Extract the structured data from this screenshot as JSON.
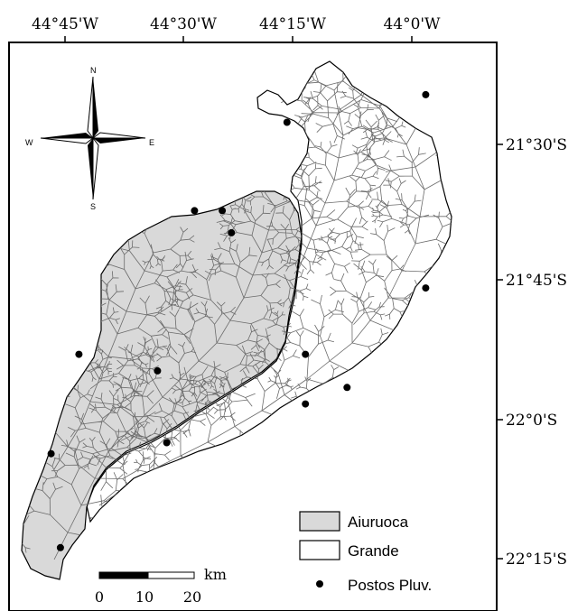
{
  "map": {
    "lon_labels": [
      "44°45'W",
      "44°30'W",
      "44°15'W",
      "44°0'W"
    ],
    "lat_labels": [
      "21°30'S",
      "21°45'S",
      "22°0'S",
      "22°15'S"
    ],
    "compass": {
      "n": "N",
      "s": "S",
      "e": "E",
      "w": "W"
    },
    "legend": [
      {
        "label": "Aiuruoca",
        "fill": "#d9d9d9",
        "kind": "area"
      },
      {
        "label": "Grande",
        "fill": "#ffffff",
        "kind": "area"
      },
      {
        "label": "Postos Pluv.",
        "fill": "#000000",
        "kind": "point"
      }
    ],
    "scale": {
      "unit": "km",
      "ticks": [
        "0",
        "10",
        "20"
      ]
    },
    "colors": {
      "aiuruoca": "#d9d9d9",
      "grande": "#ffffff",
      "rivers": "#6b6b6b",
      "stations": "#000000"
    },
    "stations": [
      {
        "lon": -43.97,
        "lat": -21.41
      },
      {
        "lon": -44.27,
        "lat": -21.46
      },
      {
        "lon": -44.47,
        "lat": -21.62
      },
      {
        "lon": -44.41,
        "lat": -21.62
      },
      {
        "lon": -44.39,
        "lat": -21.66
      },
      {
        "lon": -43.97,
        "lat": -21.76
      },
      {
        "lon": -44.72,
        "lat": -21.88
      },
      {
        "lon": -44.55,
        "lat": -21.91
      },
      {
        "lon": -44.23,
        "lat": -21.88
      },
      {
        "lon": -44.14,
        "lat": -21.94
      },
      {
        "lon": -44.23,
        "lat": -21.97
      },
      {
        "lon": -44.78,
        "lat": -22.06
      },
      {
        "lon": -44.53,
        "lat": -22.04
      },
      {
        "lon": -44.76,
        "lat": -22.23
      }
    ]
  }
}
